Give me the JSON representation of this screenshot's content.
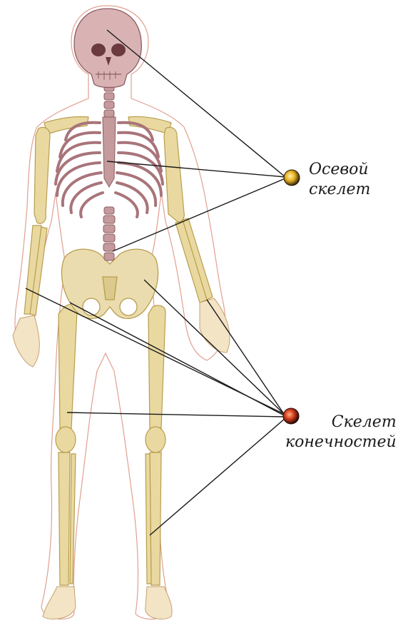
{
  "labels": {
    "axial": {
      "line1": "Осевой",
      "line2": "скелет"
    },
    "appendicular": {
      "line1": "Скелет",
      "line2": "конечностей"
    }
  },
  "colors": {
    "axial_bone": "#c49a9d",
    "axial_bone_dark": "#8e5c60",
    "limb_bone": "#e9d9a0",
    "limb_bone_dark": "#b89d4e",
    "body_outline": "#e0a090",
    "leader_line": "#1a1a1a",
    "marker_axial": "#e8b020",
    "marker_limbs": "#d23a1a"
  },
  "icons": [
    "skull-icon",
    "ribcage-icon",
    "spine-icon",
    "pelvis-icon",
    "arm-bones-icon",
    "leg-bones-icon",
    "hand-bones-icon",
    "foot-bones-icon"
  ]
}
